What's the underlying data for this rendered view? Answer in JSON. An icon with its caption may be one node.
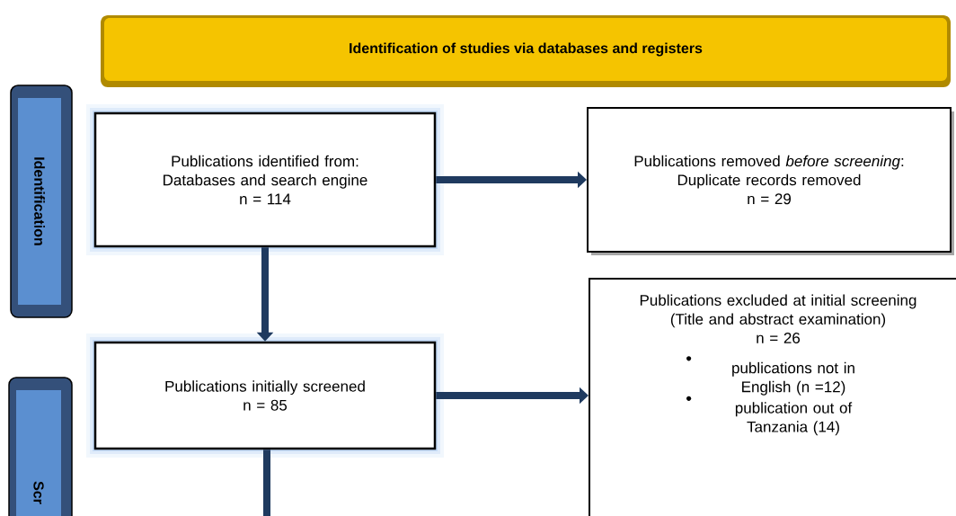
{
  "diagram": {
    "nodes": [
      {
        "text": [
          "Identification of studies via databases and registers"
        ]
      },
      {
        "text": [
          "Identification"
        ]
      },
      {
        "text": [
          "Publications identified from:",
          "Databases and search engine",
          "n = 114"
        ]
      },
      {
        "text": [
          "Publications removed *before screening*:",
          "Duplicate records removed",
          "n = 29"
        ]
      },
      {
        "text": [
          "Scr"
        ]
      },
      {
        "text": [
          "Publications initially screened",
          "n = 85"
        ]
      },
      {
        "text": [
          "Publications excluded at initial screening (Title and abstract examination)",
          "n = 26",
          "publications not in English (n =12)",
          "publication out of Tanzania (14)"
        ]
      }
    ],
    "edges": [
      {
        "from": 2,
        "to": 3,
        "arrow": "to"
      },
      {
        "from": 2,
        "to": 5,
        "arrow": "to"
      },
      {
        "from": 5,
        "to": 6,
        "arrow": "to"
      },
      {
        "from": 5,
        "to": null,
        "arrow": "none"
      }
    ]
  }
}
